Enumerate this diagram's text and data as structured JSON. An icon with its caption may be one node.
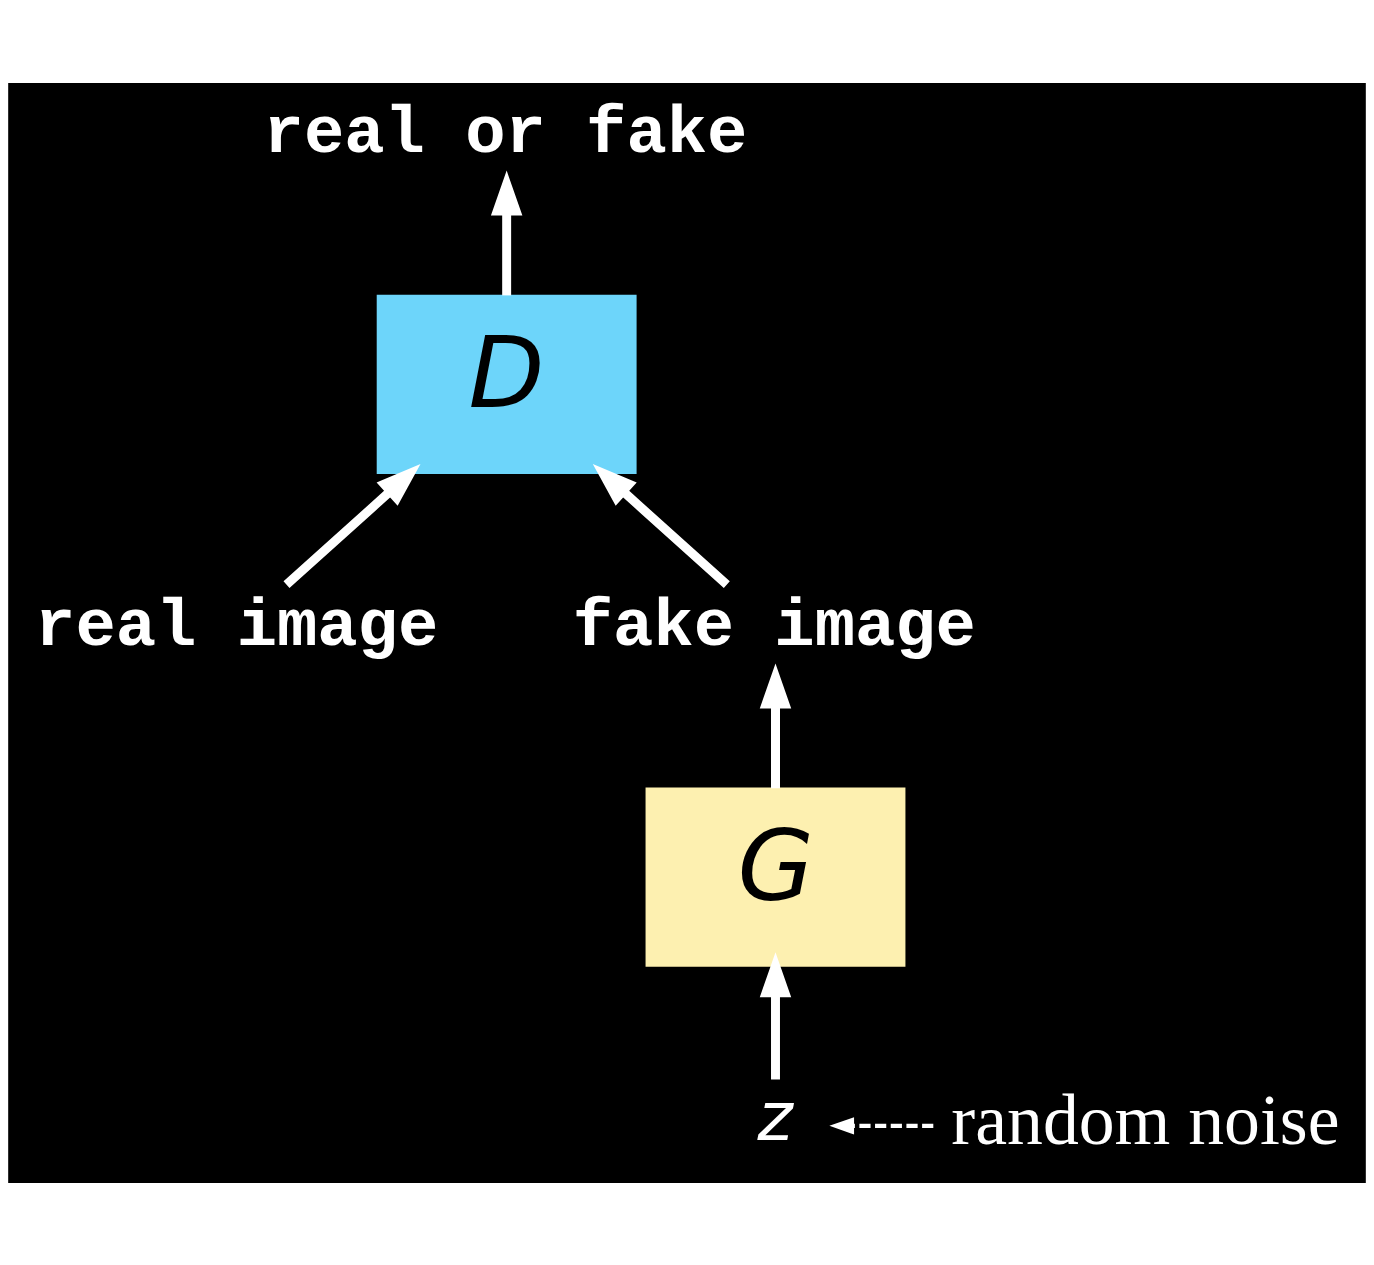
{
  "diagram": {
    "nodes": [
      {
        "text": [
          "real or fake"
        ]
      },
      {
        "text": [
          "D"
        ]
      },
      {
        "text": [
          "real image"
        ]
      },
      {
        "text": [
          "fake image"
        ]
      },
      {
        "text": [
          "G"
        ]
      },
      {
        "text": [
          "z"
        ]
      },
      {
        "text": [
          "random noise"
        ]
      }
    ],
    "edges": [
      {
        "from": 1,
        "to": 0,
        "arrow": "to"
      },
      {
        "from": 2,
        "to": 1,
        "arrow": "to"
      },
      {
        "from": 3,
        "to": 1,
        "arrow": "to"
      },
      {
        "from": 4,
        "to": 3,
        "arrow": "to"
      },
      {
        "from": 5,
        "to": 4,
        "arrow": "to"
      },
      {
        "from": 6,
        "to": 5,
        "arrow": "to",
        "style": "dashed"
      }
    ]
  }
}
